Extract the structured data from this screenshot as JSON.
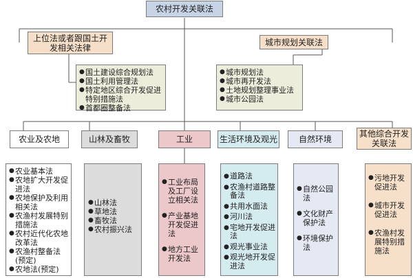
{
  "root": {
    "title": "农村开发关联法"
  },
  "upper_left": {
    "title": "上位法或者跟国土开发相关法律"
  },
  "upper_right": {
    "title": "城市规划关联法"
  },
  "land_laws": [
    "国土建设综合规划法",
    "国土利用管理法",
    "特定地区综合开发促进特别措施法",
    "首都圈整备法"
  ],
  "city_laws": [
    "城市规划法",
    "城市再开发法",
    "土地规划整理事业法",
    "城市公园法"
  ],
  "categories": [
    {
      "title": "农业及农地",
      "laws": [
        "农业基本法",
        "农地扩大开发促进法",
        "农地保护及利用相关法",
        "农渔村发展特别措施法",
        "农村近代化农地改革法",
        "农渔村整备法(预定)",
        "农地法(预定)"
      ]
    },
    {
      "title": "山林及畜牧",
      "laws": [
        "山林法",
        "草地法",
        "畜牧法",
        "农村振兴法"
      ]
    },
    {
      "title": "工业",
      "laws": [
        "工业布局及工厂设立相关法",
        "产业基地开发促进法",
        "地方工业开发法"
      ]
    },
    {
      "title": "生活环境及观光",
      "laws": [
        "道路法",
        "农渔村道路整备法",
        "共用水面法",
        "河川法",
        "宅地开发促进法",
        "观光事业法",
        "观光地开发促进法"
      ]
    },
    {
      "title": "自然环境",
      "laws": [
        "自然公园法",
        "文化财产保护法",
        "环境保护法"
      ]
    },
    {
      "title": "其他综合开发关联法",
      "laws": [
        "污地开发促进法",
        "城市开发促进法",
        "农渔村发展特别措施法"
      ]
    }
  ],
  "colors": {
    "root": "#c6d4e6",
    "upper": "#f6dfc9",
    "mid": "#ededdc",
    "cat_white": "#ffffff",
    "cat_gray": "#dcdcdc",
    "cat_pink": "#ecc8cb",
    "cat_cyan": "#d4ebf0",
    "cat_blue": "#e4e9f3",
    "cat_orange": "#f7e0ca"
  }
}
